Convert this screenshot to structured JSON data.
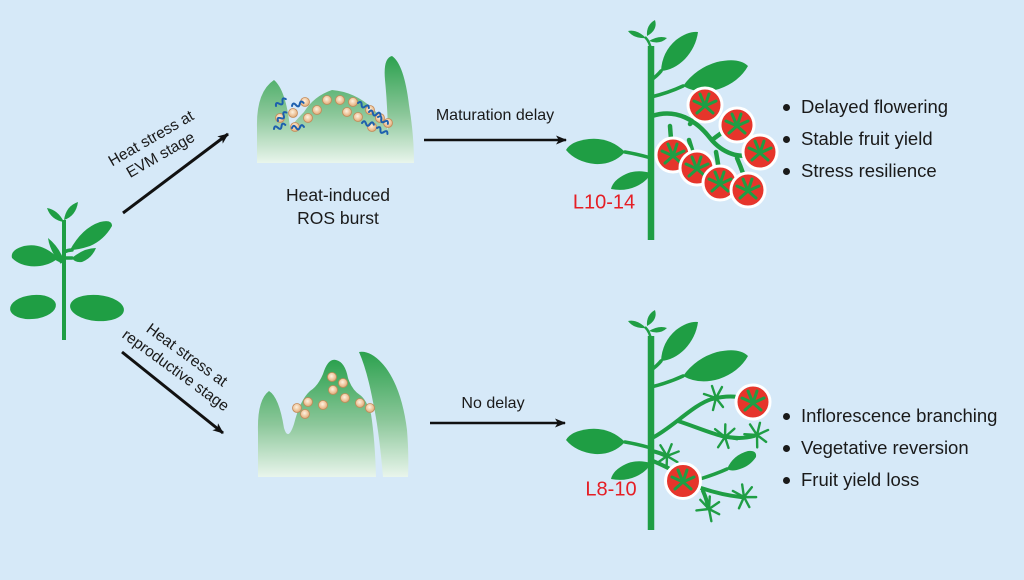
{
  "palette": {
    "background": "#d6e9f8",
    "plant_green": "#1f9e44",
    "tomato_red": "#e6352b",
    "line_label_red": "#e51e25",
    "arrow_black": "#111111",
    "text_black": "#1a1a1a",
    "ros_squiggle_blue": "#1d5fae",
    "ros_dot_tan": "#e2a878"
  },
  "illustrations": {
    "left": "tomato-seedling-icon",
    "top_middle": "vegetative-meristem-with-ros-icon",
    "bottom_middle": "reproductive-meristem-icon",
    "top_right": "fruiting-tomato-plant-icon",
    "bottom_right": "branched-inflorescence-plant-icon"
  },
  "top_pathway": {
    "stress_label": [
      "Heat stress at",
      "EVM stage"
    ],
    "meristem_caption": [
      "Heat-induced",
      "ROS burst"
    ],
    "transition_label": "Maturation delay",
    "line_label": "L10-14",
    "outcomes": [
      "Delayed flowering",
      "Stable fruit yield",
      "Stress resilience"
    ]
  },
  "bottom_pathway": {
    "stress_label": [
      "Heat stress at",
      "reproductive stage"
    ],
    "transition_label": "No delay",
    "line_label": "L8-10",
    "outcomes": [
      "Inflorescence branching",
      "Vegetative reversion",
      "Fruit yield loss"
    ]
  }
}
